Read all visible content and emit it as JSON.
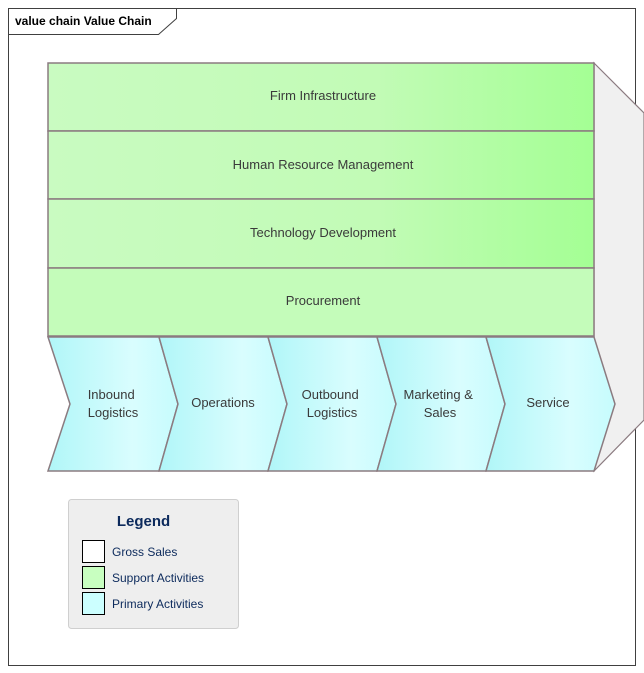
{
  "frame": {
    "title": "value chain Value Chain"
  },
  "support_activities": [
    {
      "label": "Firm Infrastructure"
    },
    {
      "label": "Human Resource Management"
    },
    {
      "label": "Technology Development"
    },
    {
      "label": "Procurement"
    }
  ],
  "primary_activities": [
    {
      "lines": [
        "Inbound",
        "Logistics"
      ]
    },
    {
      "lines": [
        "Operations"
      ]
    },
    {
      "lines": [
        "Outbound",
        "Logistics"
      ]
    },
    {
      "lines": [
        "Marketing &",
        "Sales"
      ]
    },
    {
      "lines": [
        "Service"
      ]
    }
  ],
  "legend": {
    "title": "Legend",
    "items": [
      {
        "label": "Gross Sales",
        "color": "#ffffff"
      },
      {
        "label": "Support Activities",
        "color": "#c8ffc0"
      },
      {
        "label": "Primary Activities",
        "color": "#ccffff"
      }
    ]
  },
  "colors": {
    "support_fill_start": "#c9fbc1",
    "support_fill_end": "#a8ff98",
    "primary_fill_start": "#b2f7f9",
    "primary_fill_end": "#e9ffff",
    "margin_arrow_fill": "#f0f0f0",
    "stroke": "#8b7b80",
    "legend_text": "#0c2a5c"
  }
}
